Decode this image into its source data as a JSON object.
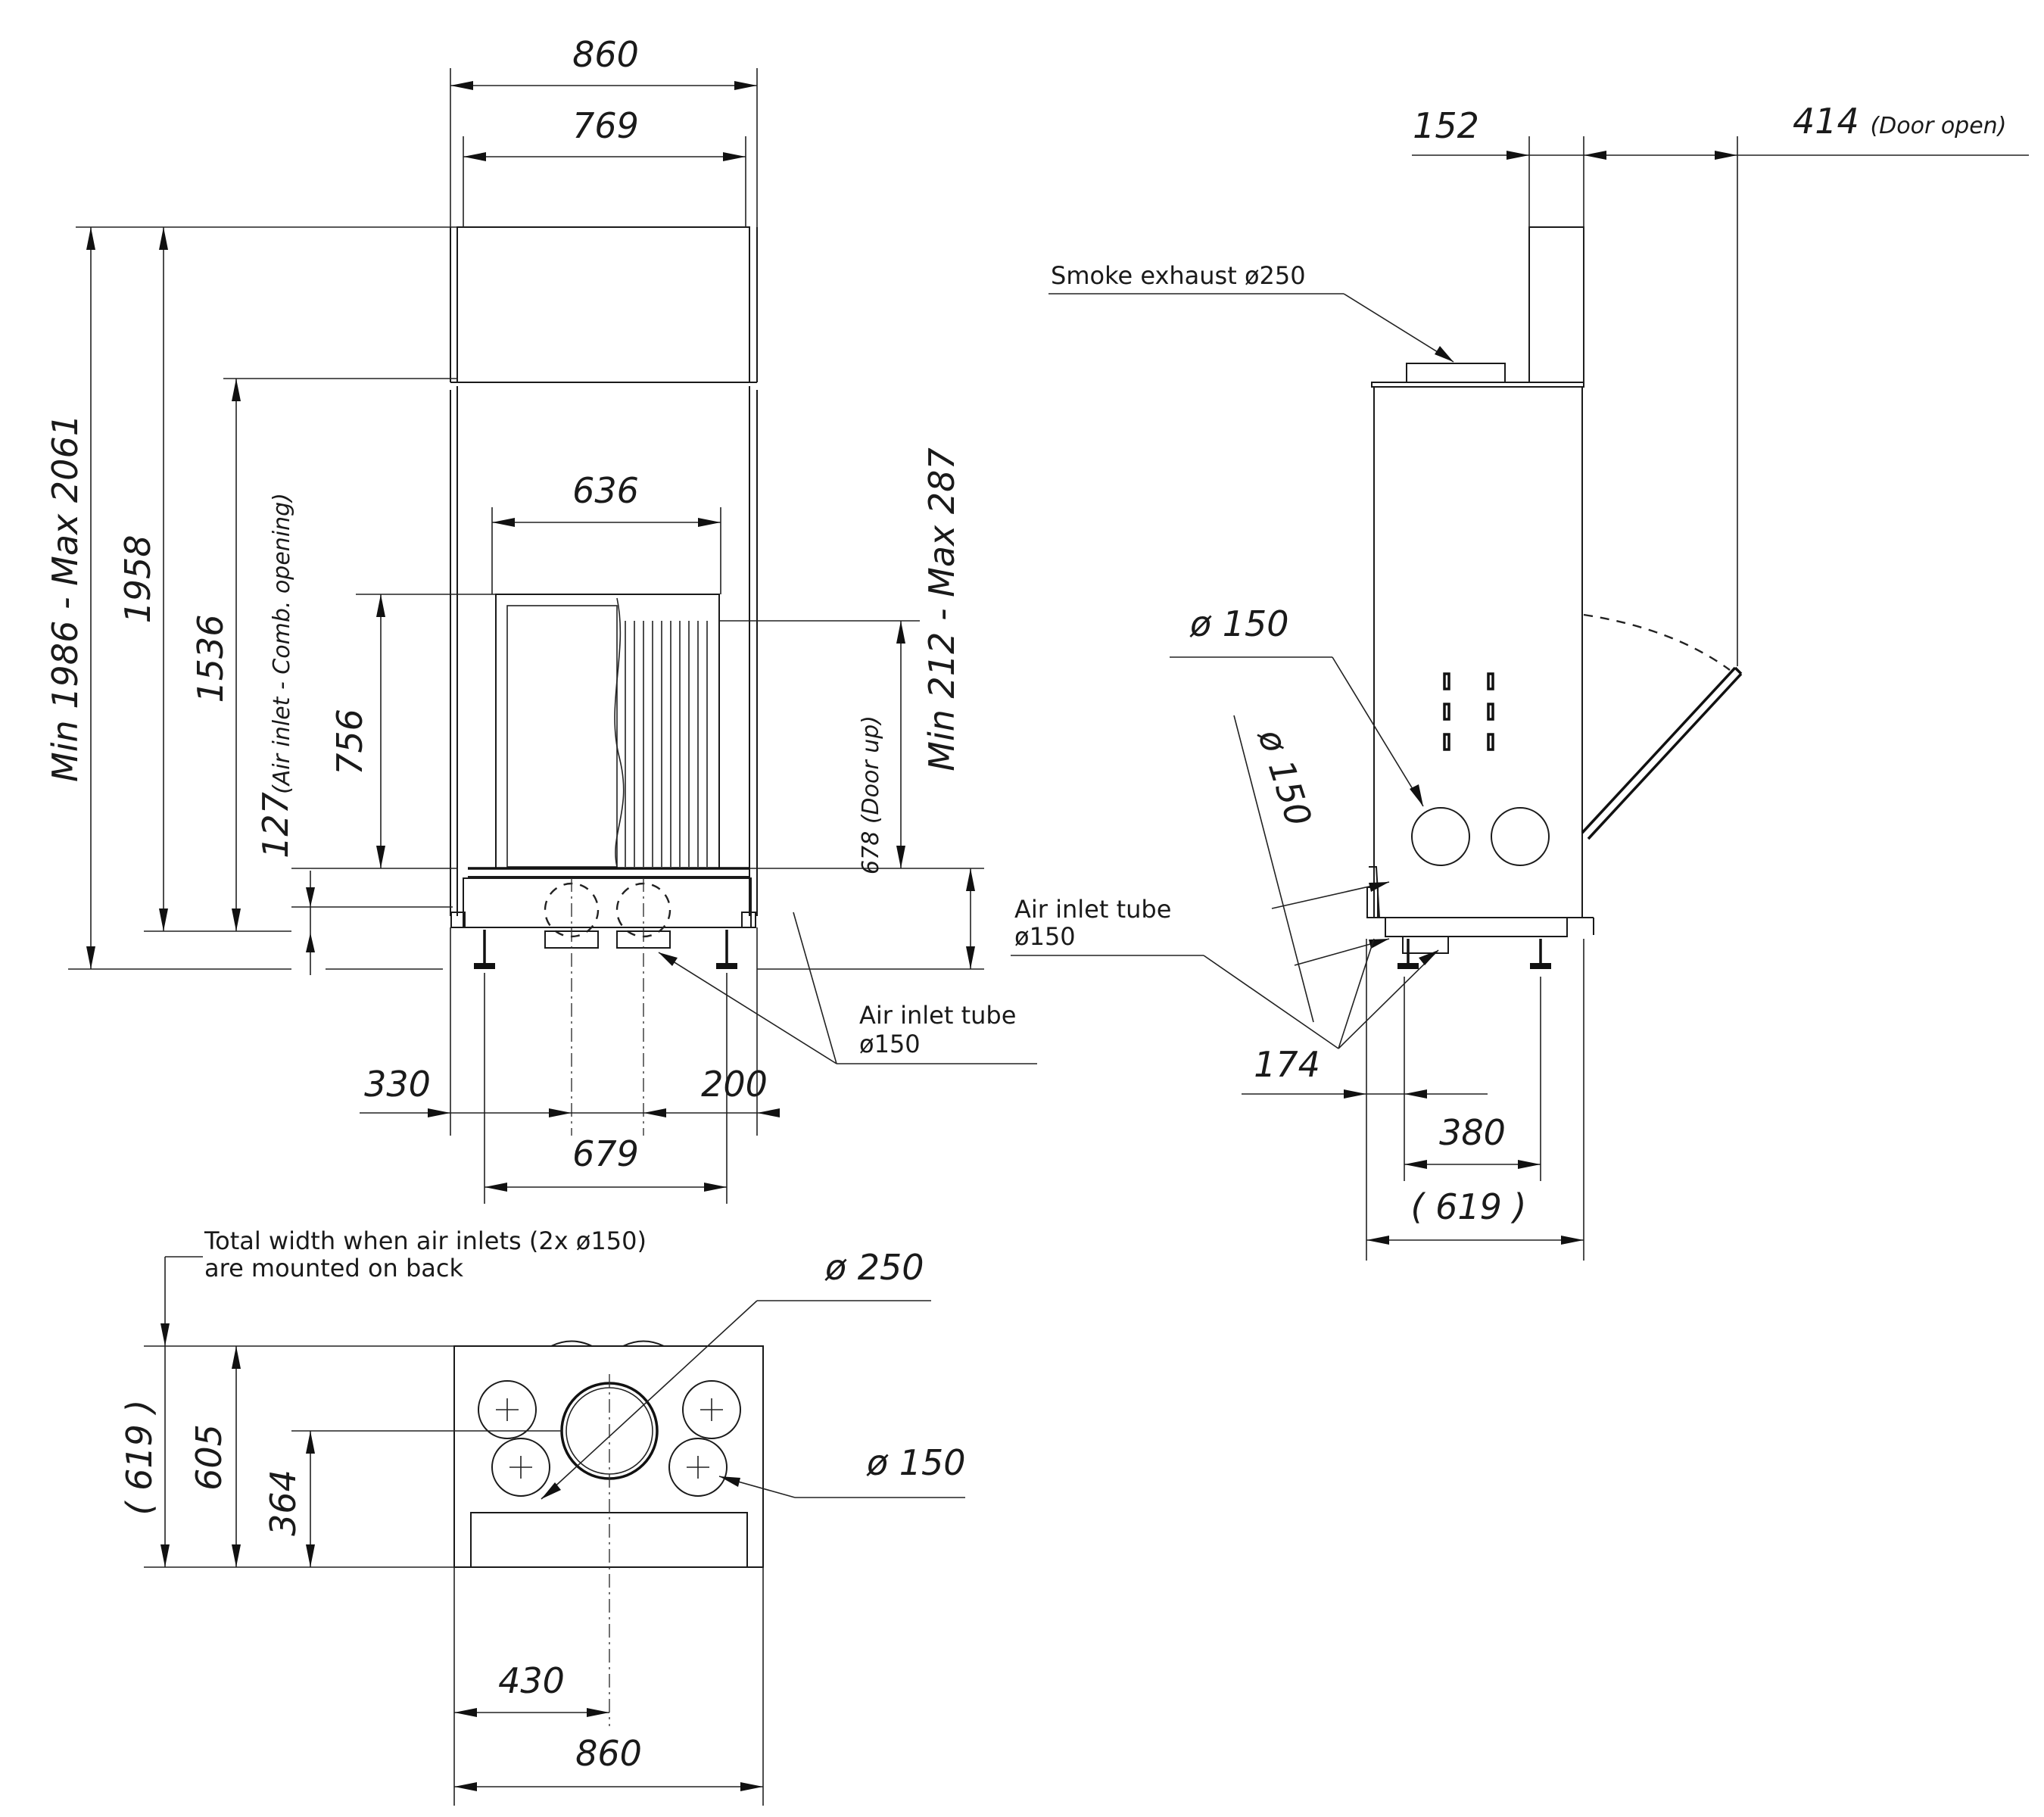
{
  "front_view": {
    "overall_width": "860",
    "inner_width": "769",
    "glass_width": "636",
    "glass_height": "756",
    "total_height": "Min 1986 - Max 2061",
    "height_1958": "1958",
    "height_1536": "1536",
    "air_inlet_height": "127",
    "air_inlet_note": "(Air inlet - Comb. opening)",
    "door_up_height": "678",
    "door_up_note": "(Door up)",
    "base_range": "Min 212 - Max 287",
    "left_offset": "330",
    "right_offset": "200",
    "leg_spacing": "679",
    "air_inlet_tube_label": "Air inlet tube",
    "air_inlet_tube_dia": "ø150"
  },
  "side_view": {
    "flue_offset": "152",
    "door_open_dim": "414",
    "door_open_note": "(Door open)",
    "smoke_exhaust_label": "Smoke exhaust ø250",
    "inlet_dia_1": "ø 150",
    "inlet_dia_2": "ø 150",
    "air_inlet_tube_label": "Air inlet tube",
    "air_inlet_tube_dia": "ø150",
    "dim_174": "174",
    "dim_380": "380",
    "depth_total": "( 619 )"
  },
  "top_view": {
    "note_line1": "Total width when air inlets (2x ø150)",
    "note_line2": "are mounted on back",
    "smoke_dia": "ø 250",
    "inlet_dia": "ø 150",
    "depth_total": "( 619 )",
    "depth": "605",
    "center_depth": "364",
    "center_offset": "430",
    "overall_width": "860"
  },
  "colors": {
    "line": "#1a1a1a",
    "background": "#ffffff"
  }
}
